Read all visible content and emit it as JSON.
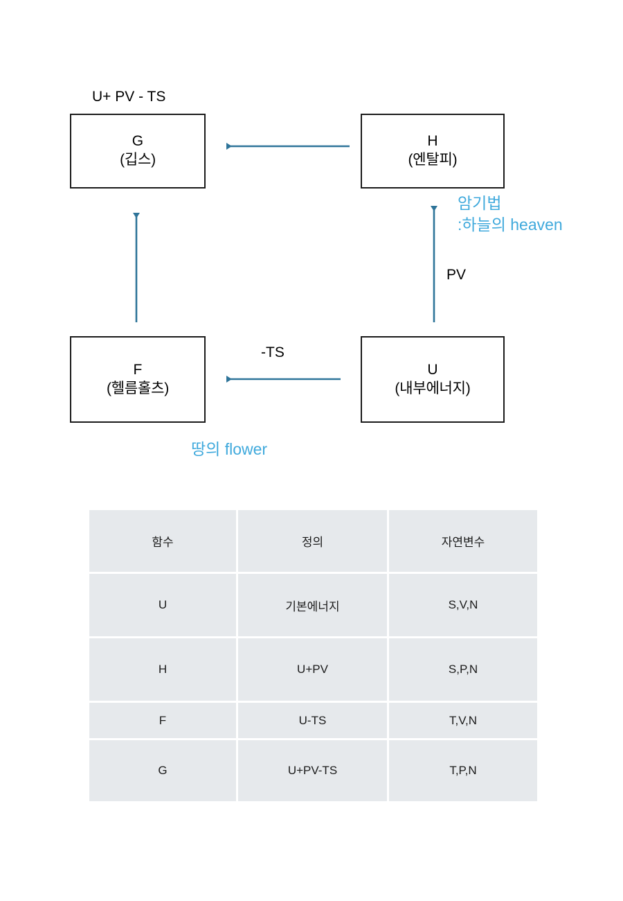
{
  "diagram": {
    "nodes": [
      {
        "id": "G",
        "symbol": "G",
        "name": "(깁스)",
        "equation": "U+ PV - TS"
      },
      {
        "id": "H",
        "symbol": "H",
        "name": "(엔탈피)"
      },
      {
        "id": "F",
        "symbol": "F",
        "name": "(헬름홀츠)"
      },
      {
        "id": "U",
        "symbol": "U",
        "name": "(내부에너지)"
      }
    ],
    "arrow_labels": {
      "u_to_h": "PV",
      "u_to_f": "-TS"
    },
    "notes": {
      "heaven_line1": "암기법",
      "heaven_line2": ":하늘의  heaven",
      "flower": "땅의 flower"
    },
    "colors": {
      "arrow": "#2E7499",
      "note": "#3FA9DC",
      "box_border": "#1a1a1a",
      "table_cell": "#e6e9ec"
    }
  },
  "table": {
    "headers": [
      "함수",
      "정의",
      "자연변수"
    ],
    "rows": [
      [
        "U",
        "기본에너지",
        "S,V,N"
      ],
      [
        "H",
        "U+PV",
        "S,P,N"
      ],
      [
        "F",
        "U-TS",
        "T,V,N"
      ],
      [
        "G",
        "U+PV-TS",
        "T,P,N"
      ]
    ]
  }
}
